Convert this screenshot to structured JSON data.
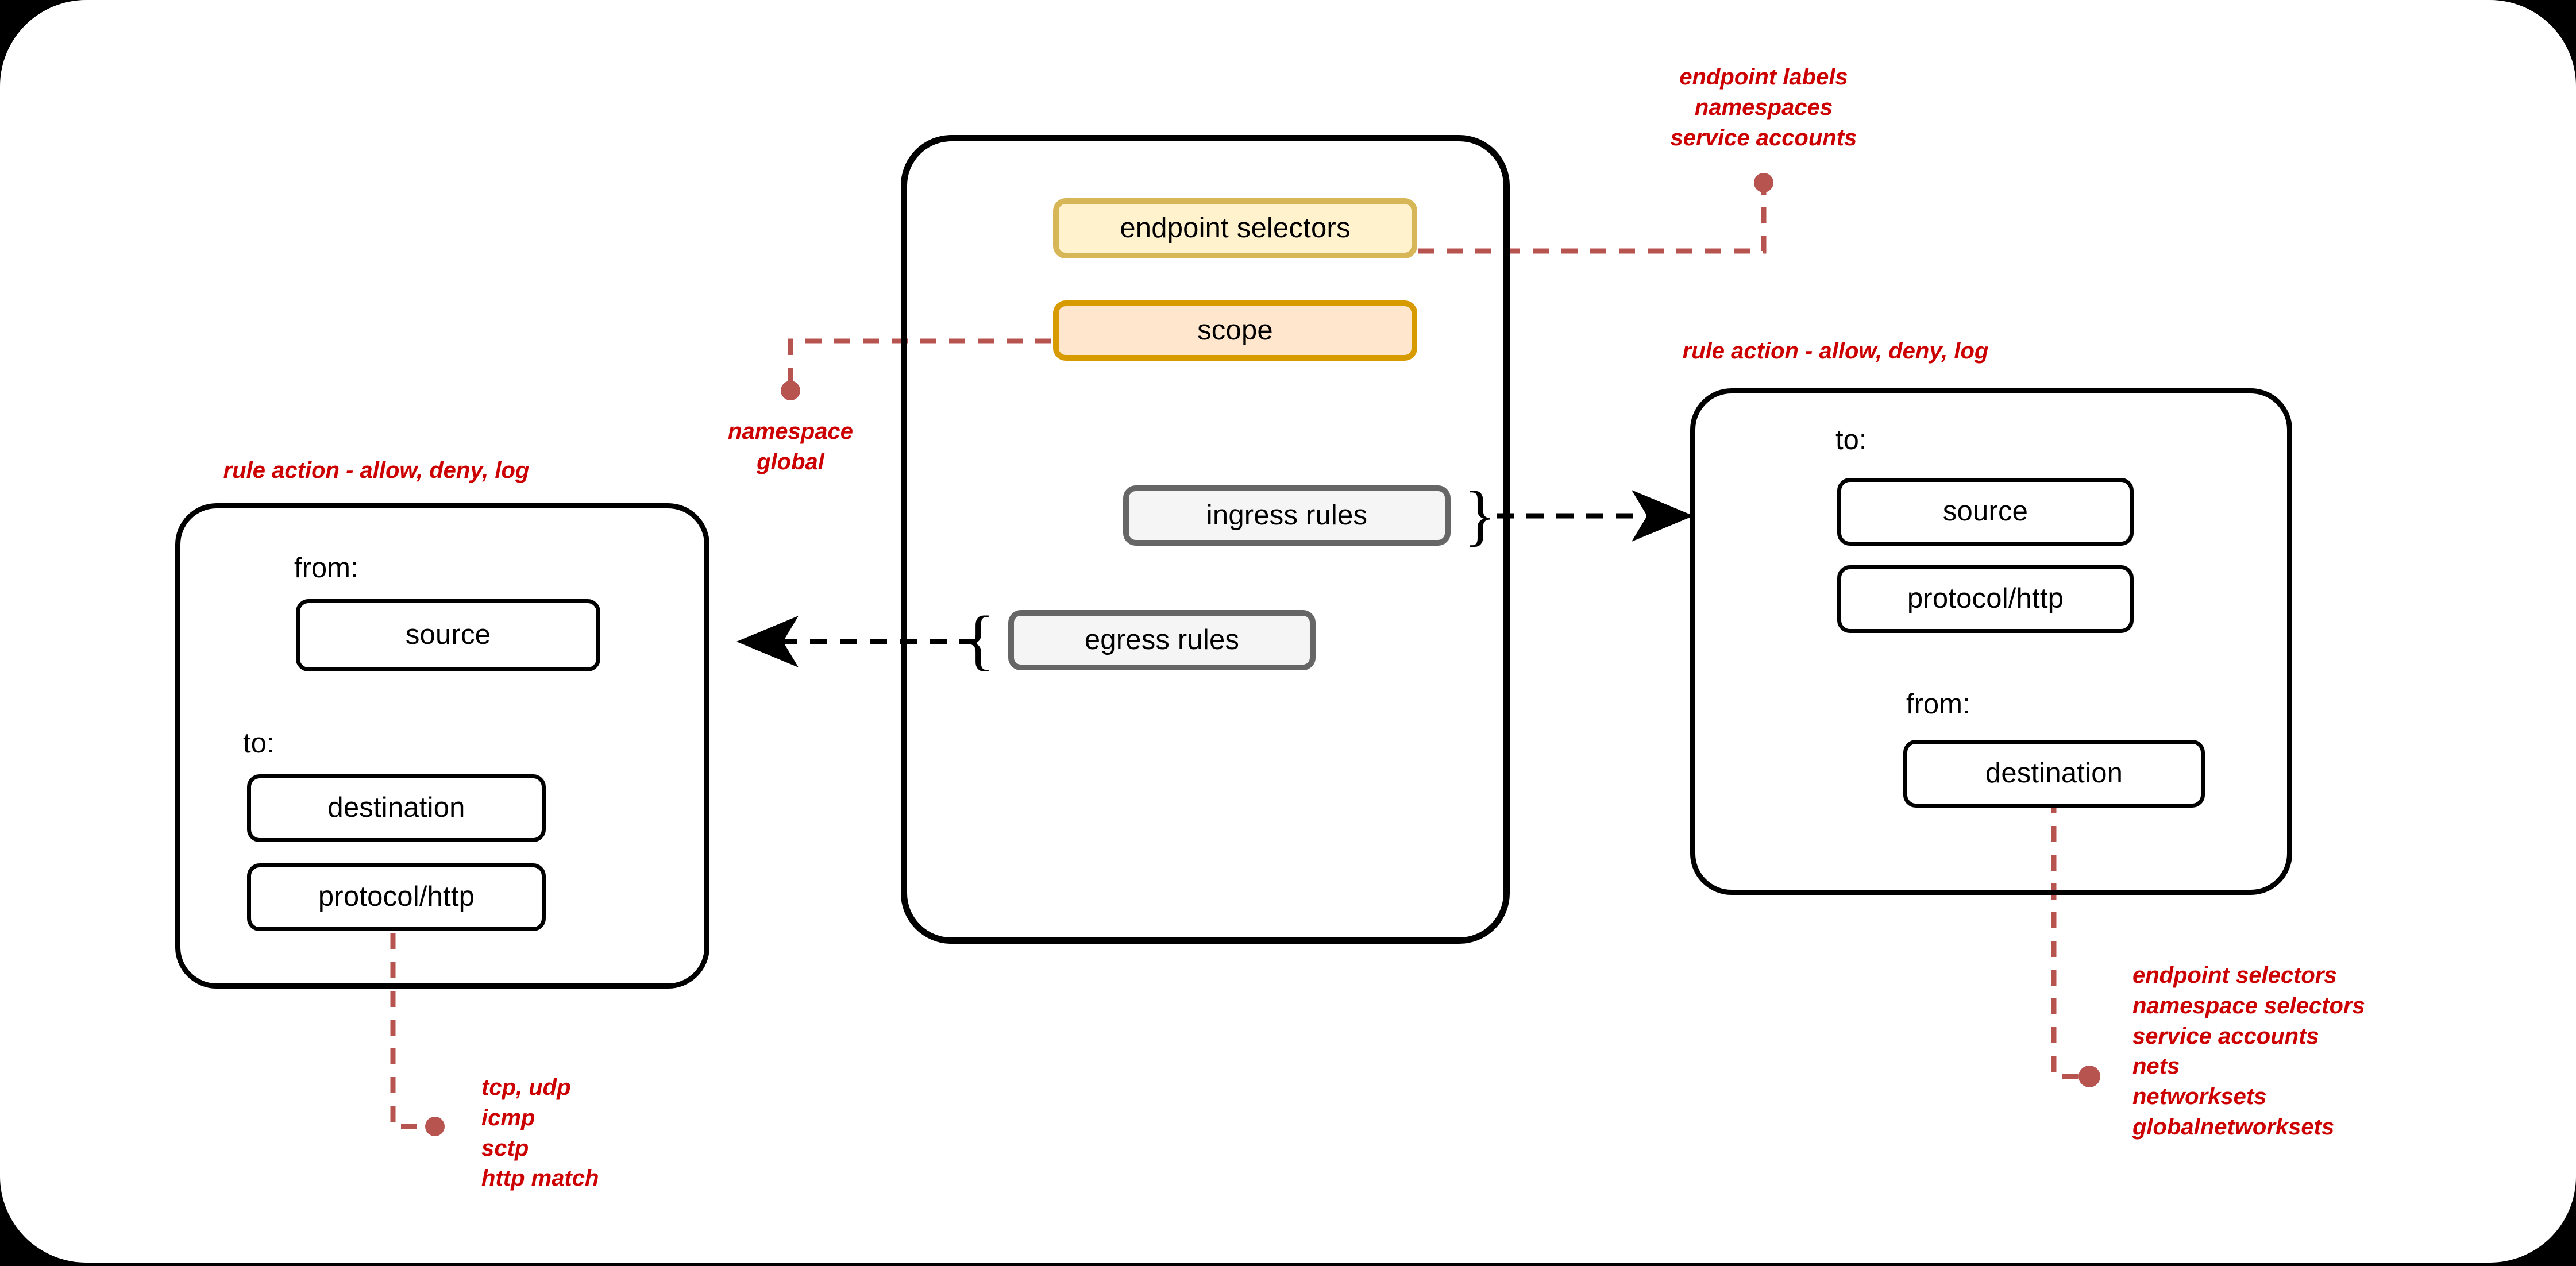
{
  "canvas": {
    "background": "#000000",
    "card_background": "#ffffff"
  },
  "palette": {
    "annotation_red": "#cc0000",
    "connector_red": "#b85450",
    "yellow_fill": "#fff2cc",
    "yellow_stroke": "#d6b656",
    "orange_fill": "#ffe6cc",
    "orange_stroke": "#d79b00",
    "grey_fill": "#f5f5f5",
    "grey_stroke": "#666666",
    "box_stroke": "#000000"
  },
  "center_policy": {
    "nodes": [
      {
        "label": "endpoint selectors",
        "style": "yellow"
      },
      {
        "label": "scope",
        "style": "orange"
      },
      {
        "label": "ingress rules",
        "style": "grey"
      },
      {
        "label": "egress rules",
        "style": "grey"
      }
    ],
    "brace_ingress": "}",
    "brace_egress": "{"
  },
  "left_rule": {
    "title": "rule action - allow, deny, log",
    "sections": [
      {
        "caption": "from:",
        "items": [
          "source"
        ]
      },
      {
        "caption": "to:",
        "items": [
          "destination",
          "protocol/http"
        ]
      }
    ]
  },
  "right_rule": {
    "title": "rule action - allow, deny, log",
    "sections": [
      {
        "caption": "to:",
        "items": [
          "source",
          "protocol/http"
        ]
      },
      {
        "caption": "from:",
        "items": [
          "destination"
        ]
      }
    ]
  },
  "annotations": {
    "endpoint_selectors": "endpoint labels\nnamespaces\nservice accounts",
    "scope": "namespace\nglobal",
    "protocol_http_left": "tcp, udp\nicmp\nsctp\nhttp match",
    "destination_right": "endpoint selectors\nnamespace selectors\nservice accounts\nnets\nnetworksets\nglobalnetworksets"
  }
}
